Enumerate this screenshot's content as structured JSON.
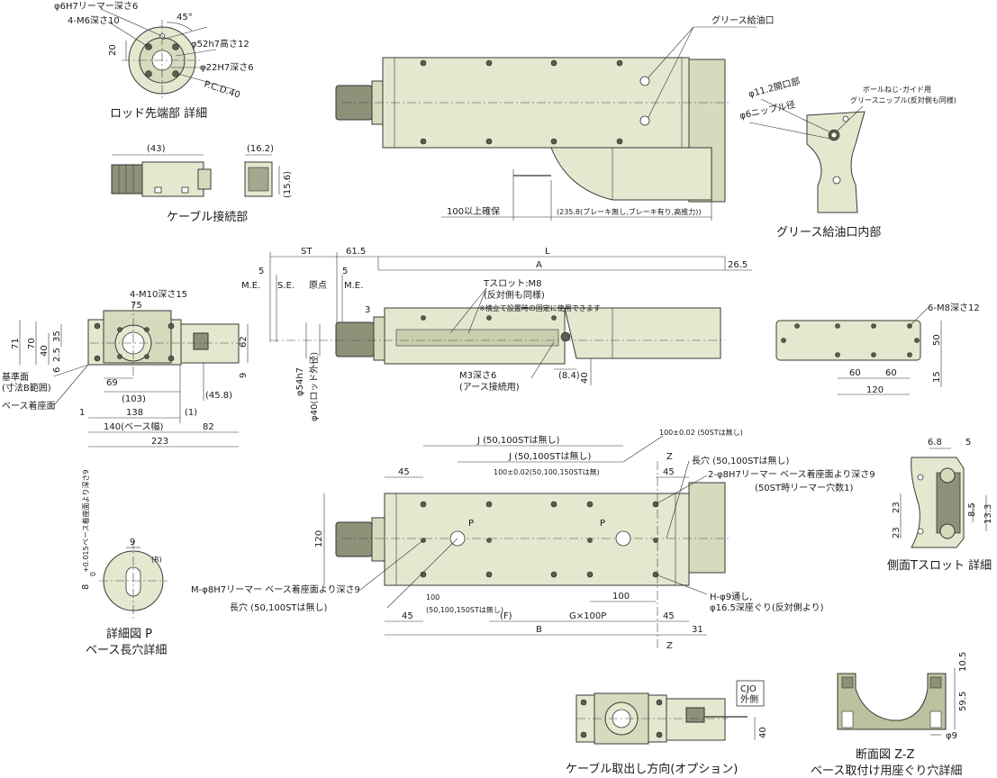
{
  "labels": {
    "rod_end_title": "ロッド先端部 詳細",
    "rod_reamer": "φ6H7リーマー深さ6",
    "rod_tap": "4-M6深さ10",
    "rod_angle": "45°",
    "rod_dim_20": "20",
    "rod_phi52": "φ52h7高さ12",
    "rod_phi22": "φ22H7深さ6",
    "rod_pcd": "P.C.D.40",
    "cable_conn_title": "ケーブル接続部",
    "cable_43": "(43)",
    "cable_162": "(16.2)",
    "cable_156": "(15.6)",
    "grease_port": "グリース給油口",
    "dim_100_min": "100以上確保",
    "dim_2358": "(235.8(ブレーキ無し,ブレーキ有り,高推力))",
    "grease_inner_title": "グリース給油口内部",
    "grease_phi112": "φ11.2開口部",
    "grease_phi6": "φ6ニップル径",
    "grease_ball": "ボールねじ･ガイド用",
    "grease_nipple": "グリースニップル(反対側も同様)",
    "top_st": "ST",
    "top_615": "61.5",
    "top_l": "L",
    "top_a": "A",
    "top_265": "26.5",
    "me_5a": "5",
    "me_5b": "5",
    "me1": "M.E.",
    "se": "S.E.",
    "origin": "原点",
    "me2": "M.E.",
    "tslot_m8": "Tスロット:M8",
    "tslot_opp": "(反対側も同様)",
    "tslot_note": "※横立て設置時の固定に使用できます",
    "dim_3": "3",
    "phi54": "φ54h7",
    "phi40": "φ40(ロッド外径)",
    "m3_depth": "M3深さ6",
    "earth": "(アース接続用)",
    "dim_84": "(8.4)",
    "dim_40s": "40",
    "front_m10": "4-M10深さ15",
    "front_75": "75",
    "front_71": "71",
    "front_70": "70",
    "front_40": "40",
    "front_35": "35",
    "front_25": "2.5",
    "front_6": "6",
    "front_62": "62",
    "front_9": "9",
    "front_69": "69",
    "front_103": "(103)",
    "front_458": "(45.8)",
    "front_138": "138",
    "front_1a": "1",
    "front_1b": "(1)",
    "front_140": "140(ベース幅)",
    "front_82": "82",
    "front_223": "223",
    "ref_face": "基準面",
    "ref_range": "(寸法B範囲)",
    "base_seat": "ベース着座面",
    "right_m8": "6-M8深さ12",
    "right_50": "50",
    "right_60a": "60",
    "right_60b": "60",
    "right_120": "120",
    "right_15": "15",
    "plan_j1": "J (50,100STは無し)",
    "plan_j2": "J (50,100STは無し)",
    "plan_100tol": "100±0.02 (50STは無し)",
    "plan_100tol2": "100±0.02(50,100,150STは無)",
    "plan_45a": "45",
    "plan_45b": "45",
    "plan_45c": "45",
    "plan_45d": "45",
    "plan_z1": "Z",
    "plan_z2": "Z",
    "plan_slot": "長穴 (50,100STは無し)",
    "plan_2phi8": "2-φ8H7リーマー ベース着座面より深さ9",
    "plan_50st": "(50ST時リーマー穴数1)",
    "plan_120": "120",
    "plan_p1": "P",
    "plan_p2": "P",
    "plan_100": "100",
    "plan_mphi8": "M-φ8H7リーマー ベース着座面より深さ9",
    "plan_slot2": "長穴 (50,100STは無し)",
    "plan_100b": "100",
    "plan_100b_note": "(50,100,150STは無し)",
    "plan_f": "(F)",
    "plan_g": "G×100P",
    "plan_b": "B",
    "plan_31": "31",
    "plan_h": "H-φ9通し,",
    "plan_h2": "φ16.5深座ぐり(反対側より)",
    "detail_p_title": "詳細図 P",
    "detail_p_sub": "ベース長穴詳細",
    "detail_p_9": "9",
    "detail_p_r": "(R)",
    "detail_p_8": "8",
    "detail_p_tol": "+0.015",
    "detail_p_tol0": "0",
    "detail_p_depth": "ベース着座面より深さ9",
    "side_tslot_title": "側面Tスロット 詳細",
    "side_68": "6.8",
    "side_5": "5",
    "side_23a": "23",
    "side_23b": "23",
    "side_85": "8.5",
    "side_133": "13.3",
    "cable_opt_title": "ケーブル取出し方向(オプション)",
    "cjo": "CJO",
    "cjo_side": "外側",
    "cable_opt_40": "40",
    "section_title": "断面図 Z-Z",
    "section_sub": "ベース取付け用座ぐり穴詳細",
    "section_105": "10.5",
    "section_595": "59.5",
    "section_phi9": "φ9"
  },
  "colors": {
    "body": "#e3e8cf",
    "line": "#333333"
  }
}
